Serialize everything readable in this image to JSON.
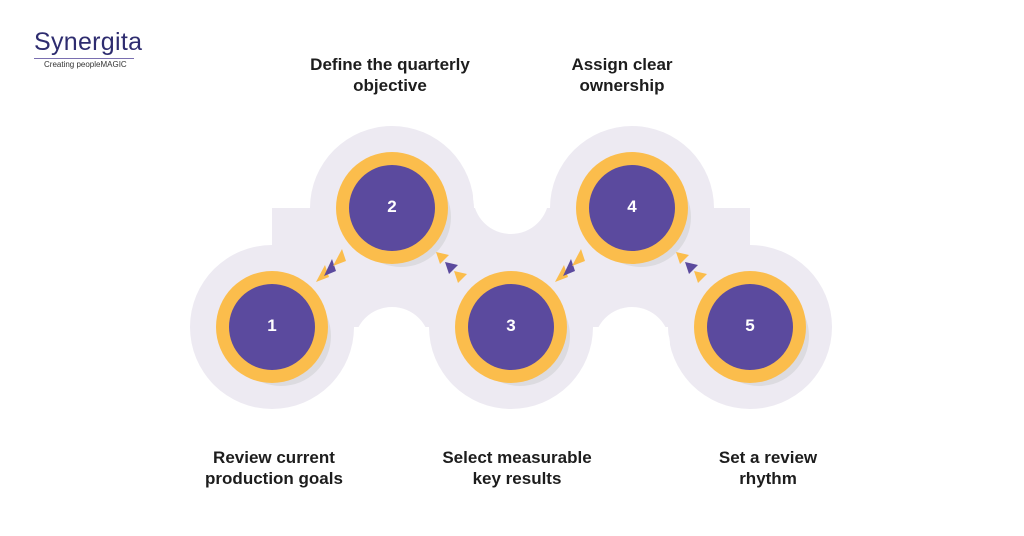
{
  "logo": {
    "name": "Synergita",
    "tagline": "Creating peopleMAGIC"
  },
  "colors": {
    "track": "#edeaf2",
    "ring": "#fbbd4c",
    "disc": "#5b4a9e",
    "shadow": "#dcdbe0",
    "text": "#1d1d1d"
  },
  "steps": [
    {
      "number": "1",
      "label_line1": "Review current",
      "label_line2": "production goals"
    },
    {
      "number": "2",
      "label_line1": "Define the quarterly",
      "label_line2": "objective"
    },
    {
      "number": "3",
      "label_line1": "Select measurable",
      "label_line2": "key results"
    },
    {
      "number": "4",
      "label_line1": "Assign clear",
      "label_line2": "ownership"
    },
    {
      "number": "5",
      "label_line1": "Set a review",
      "label_line2": "rhythm"
    }
  ]
}
